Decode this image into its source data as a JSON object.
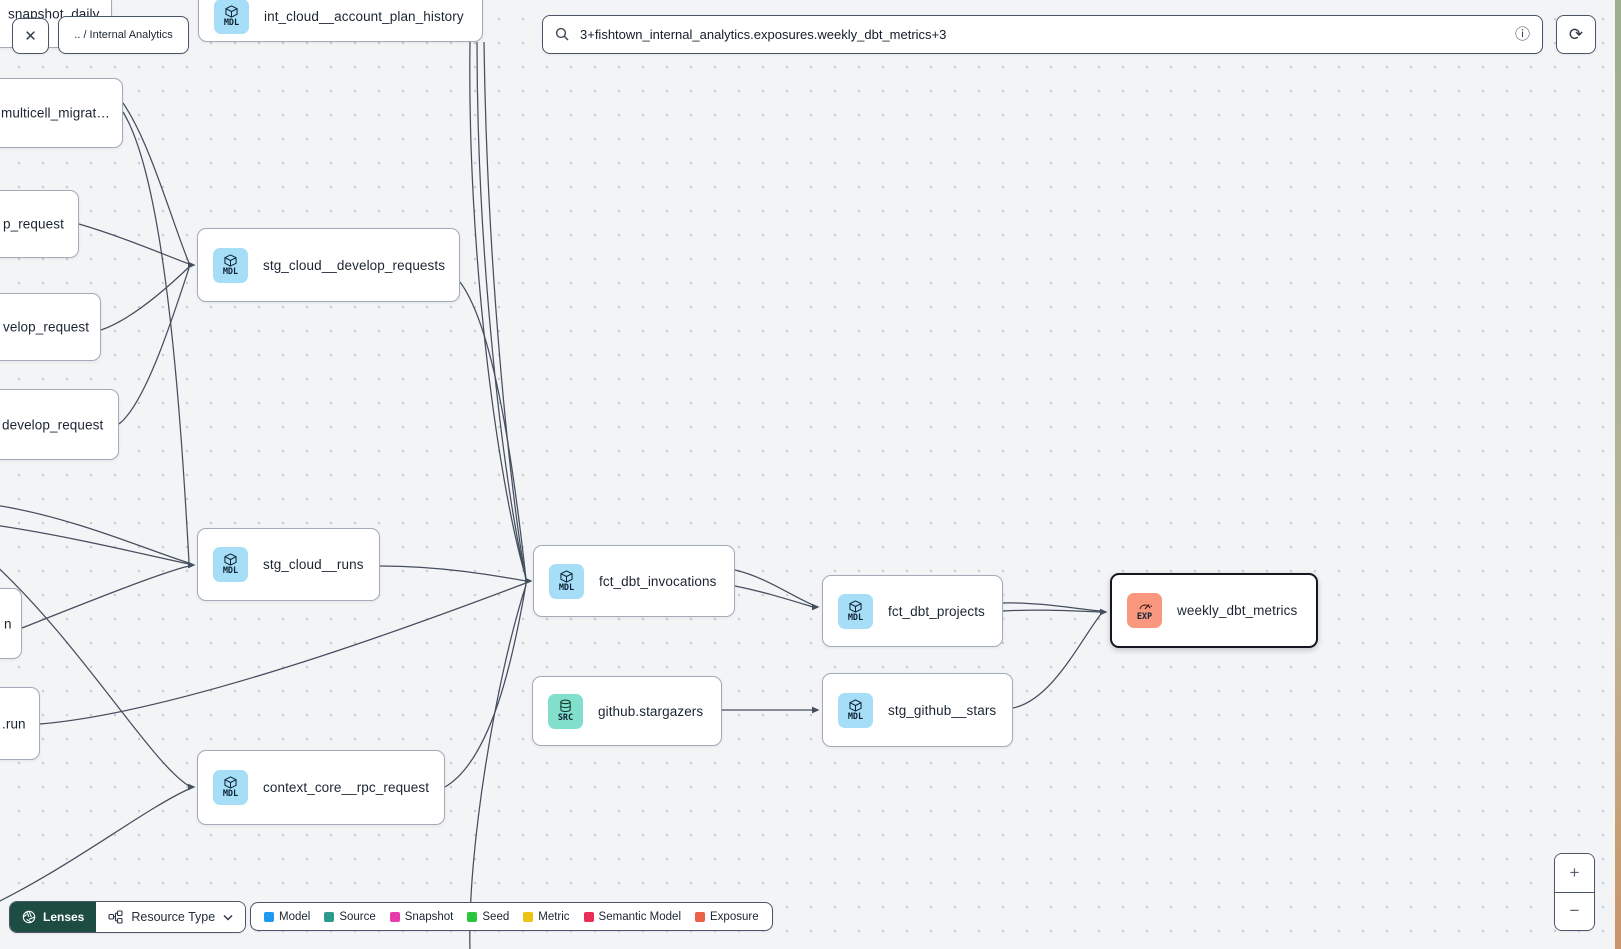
{
  "toolbar": {
    "close_label": "✕",
    "breadcrumb": ".. / Internal Analytics",
    "search": {
      "value": "3+fishtown_internal_analytics.exposures.weekly_dbt_metrics+3"
    },
    "info_icon": "ⓘ",
    "refresh_icon": "⟳"
  },
  "graph": {
    "nodes": [
      {
        "label": "snapshot_daily",
        "badge": ""
      },
      {
        "label": "int_cloud__account_plan_history",
        "badge": "MDL"
      },
      {
        "label": "multicell_migrat…",
        "badge": ""
      },
      {
        "label": "p_request",
        "badge": ""
      },
      {
        "label": "velop_request",
        "badge": ""
      },
      {
        "label": "develop_request",
        "badge": ""
      },
      {
        "label": "stg_cloud__develop_requests",
        "badge": "MDL"
      },
      {
        "label": "stg_cloud__runs",
        "badge": "MDL"
      },
      {
        "label": "fct_dbt_invocations",
        "badge": "MDL"
      },
      {
        "label": "fct_dbt_projects",
        "badge": "MDL"
      },
      {
        "label": "weekly_dbt_metrics",
        "badge": "EXP",
        "selected": true
      },
      {
        "label": "github.stargazers",
        "badge": "SRC"
      },
      {
        "label": "stg_github__stars",
        "badge": "MDL"
      },
      {
        "label": "context_core__rpc_request",
        "badge": "MDL"
      },
      {
        "label": "n",
        "badge": ""
      },
      {
        "label": ".run",
        "badge": ""
      }
    ],
    "badge_colors": {
      "model": "#a6def8",
      "source": "#82dfcb",
      "exposure": "#f9977f"
    }
  },
  "lenses": {
    "label": "Lenses",
    "resource_type_label": "Resource Type"
  },
  "legend": {
    "items": [
      {
        "label": "Model",
        "color": "#1e9bef"
      },
      {
        "label": "Source",
        "color": "#2b9b8f"
      },
      {
        "label": "Snapshot",
        "color": "#e93cac"
      },
      {
        "label": "Seed",
        "color": "#29c53e"
      },
      {
        "label": "Metric",
        "color": "#edc215"
      },
      {
        "label": "Semantic Model",
        "color": "#ea2e55"
      },
      {
        "label": "Exposure",
        "color": "#eb6147"
      }
    ]
  },
  "zoom_controls": {
    "zoom_in": "+",
    "zoom_out": "−"
  }
}
